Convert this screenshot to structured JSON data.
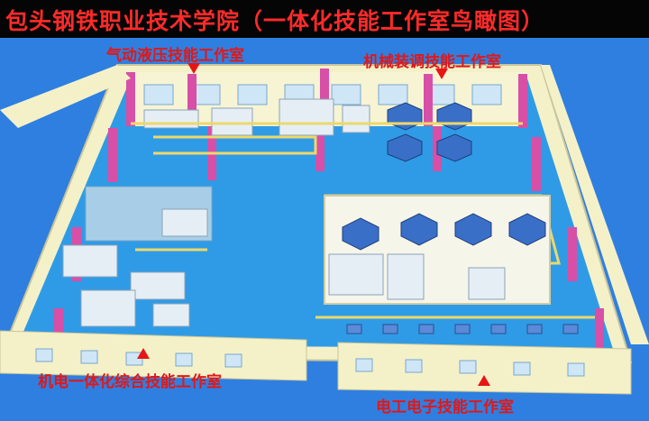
{
  "page": {
    "title": "包头钢铁职业技术学院（一体化技能工作室鸟瞰图）"
  },
  "rooms": [
    {
      "key": "pneumatic",
      "label": "气动液压技能工作室",
      "marker": "down"
    },
    {
      "key": "mech_assembly",
      "label": "机械装调技能工作室",
      "marker": "down"
    },
    {
      "key": "mechatronics",
      "label": "机电一体化综合技能工作室",
      "marker": "up"
    },
    {
      "key": "electronics",
      "label": "电工电子技能工作室",
      "marker": "up"
    }
  ],
  "colors": {
    "background": "#2f7fe0",
    "floor": "#2f9be6",
    "wall": "#f4f1c9",
    "pillar": "#d74fa6",
    "label": "#e01818",
    "title_bar": "#050505"
  },
  "icons": [
    "location-marker-icon"
  ]
}
